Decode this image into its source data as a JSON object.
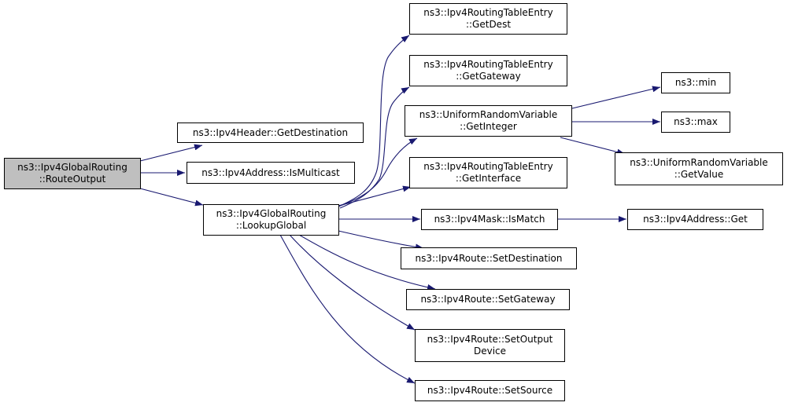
{
  "colors": {
    "edge": "#191970",
    "root_fill": "#bfbfbf",
    "node_fill": "#ffffff",
    "node_border": "#000000"
  },
  "nodes": {
    "route_output": {
      "line1": "ns3::Ipv4GlobalRouting",
      "line2": "::RouteOutput"
    },
    "get_destination": {
      "line1": "ns3::Ipv4Header::GetDestination"
    },
    "is_multicast": {
      "line1": "ns3::Ipv4Address::IsMulticast"
    },
    "lookup_global": {
      "line1": "ns3::Ipv4GlobalRouting",
      "line2": "::LookupGlobal"
    },
    "get_dest": {
      "line1": "ns3::Ipv4RoutingTableEntry",
      "line2": "::GetDest"
    },
    "get_gateway": {
      "line1": "ns3::Ipv4RoutingTableEntry",
      "line2": "::GetGateway"
    },
    "get_integer": {
      "line1": "ns3::UniformRandomVariable",
      "line2": "::GetInteger"
    },
    "get_interface": {
      "line1": "ns3::Ipv4RoutingTableEntry",
      "line2": "::GetInterface"
    },
    "is_match": {
      "line1": "ns3::Ipv4Mask::IsMatch"
    },
    "set_destination": {
      "line1": "ns3::Ipv4Route::SetDestination"
    },
    "set_gateway": {
      "line1": "ns3::Ipv4Route::SetGateway"
    },
    "set_output_device": {
      "line1": "ns3::Ipv4Route::SetOutput",
      "line2": "Device"
    },
    "set_source": {
      "line1": "ns3::Ipv4Route::SetSource"
    },
    "min": {
      "line1": "ns3::min"
    },
    "max": {
      "line1": "ns3::max"
    },
    "get_value": {
      "line1": "ns3::UniformRandomVariable",
      "line2": "::GetValue"
    },
    "address_get": {
      "line1": "ns3::Ipv4Address::Get"
    }
  },
  "edges": [
    {
      "from": "route_output",
      "to": "get_destination"
    },
    {
      "from": "route_output",
      "to": "is_multicast"
    },
    {
      "from": "route_output",
      "to": "lookup_global"
    },
    {
      "from": "lookup_global",
      "to": "get_dest"
    },
    {
      "from": "lookup_global",
      "to": "get_gateway"
    },
    {
      "from": "lookup_global",
      "to": "get_integer"
    },
    {
      "from": "lookup_global",
      "to": "get_interface"
    },
    {
      "from": "lookup_global",
      "to": "is_match"
    },
    {
      "from": "lookup_global",
      "to": "set_destination"
    },
    {
      "from": "lookup_global",
      "to": "set_gateway"
    },
    {
      "from": "lookup_global",
      "to": "set_output_device"
    },
    {
      "from": "lookup_global",
      "to": "set_source"
    },
    {
      "from": "get_integer",
      "to": "min"
    },
    {
      "from": "get_integer",
      "to": "max"
    },
    {
      "from": "get_integer",
      "to": "get_value"
    },
    {
      "from": "is_match",
      "to": "address_get"
    }
  ]
}
